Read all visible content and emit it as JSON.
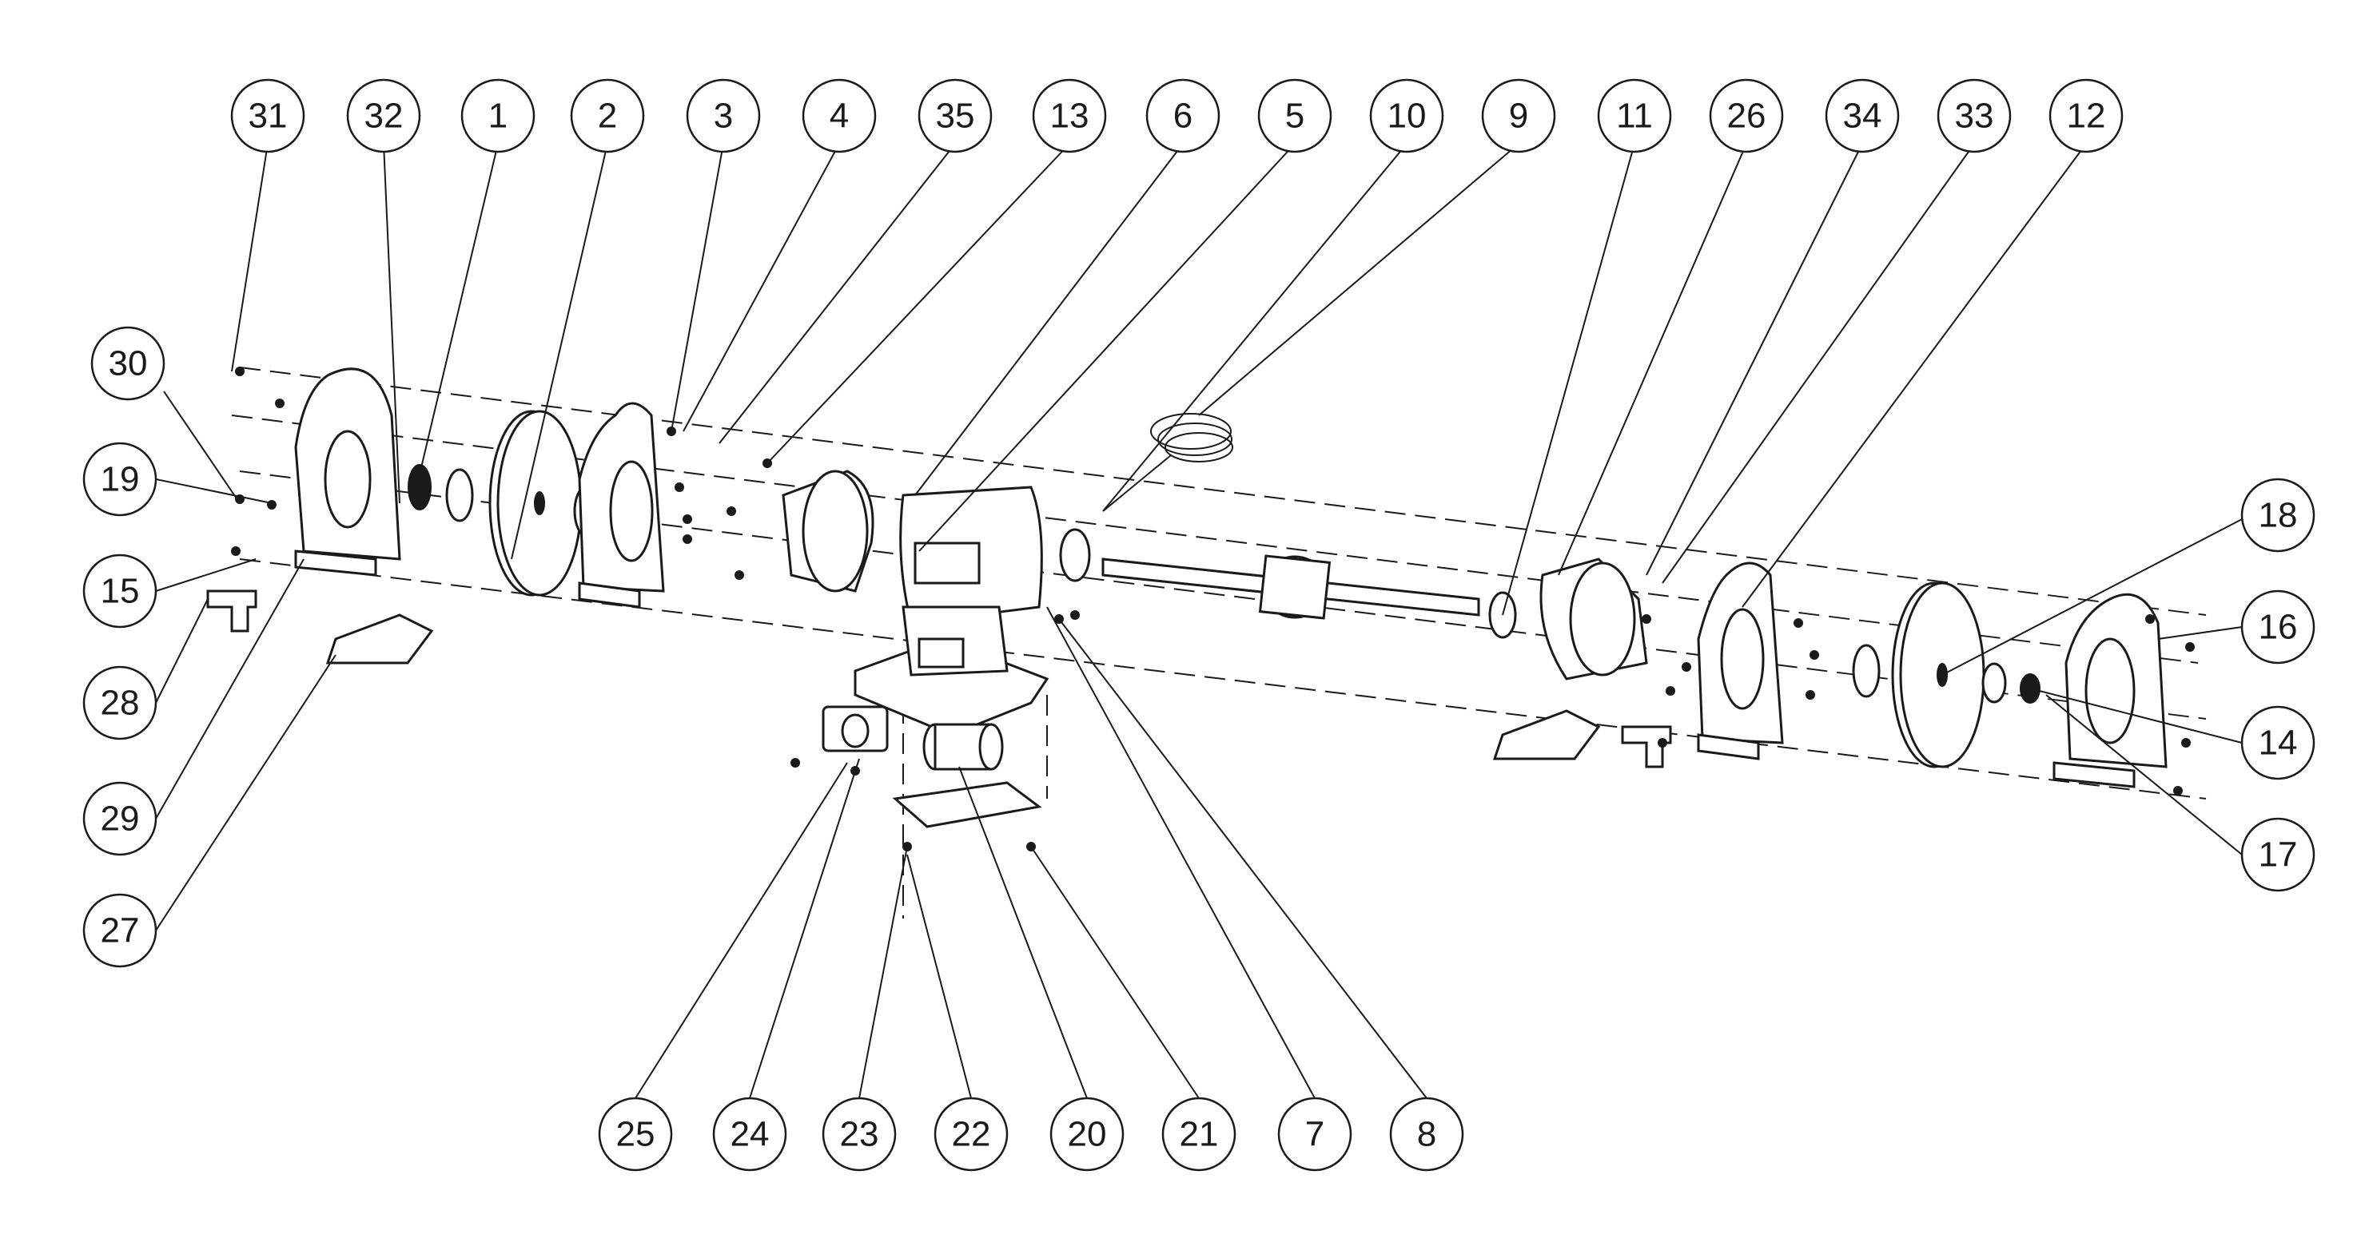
{
  "labels": [
    "31",
    "32",
    "1",
    "2",
    "3",
    "4",
    "35",
    "13",
    "6",
    "5",
    "10",
    "9",
    "11",
    "26",
    "34",
    "33",
    "12",
    "30",
    "19",
    "15",
    "28",
    "29",
    "27",
    "18",
    "16",
    "14",
    "17",
    "25",
    "24",
    "23",
    "22",
    "20",
    "21",
    "7",
    "8"
  ]
}
